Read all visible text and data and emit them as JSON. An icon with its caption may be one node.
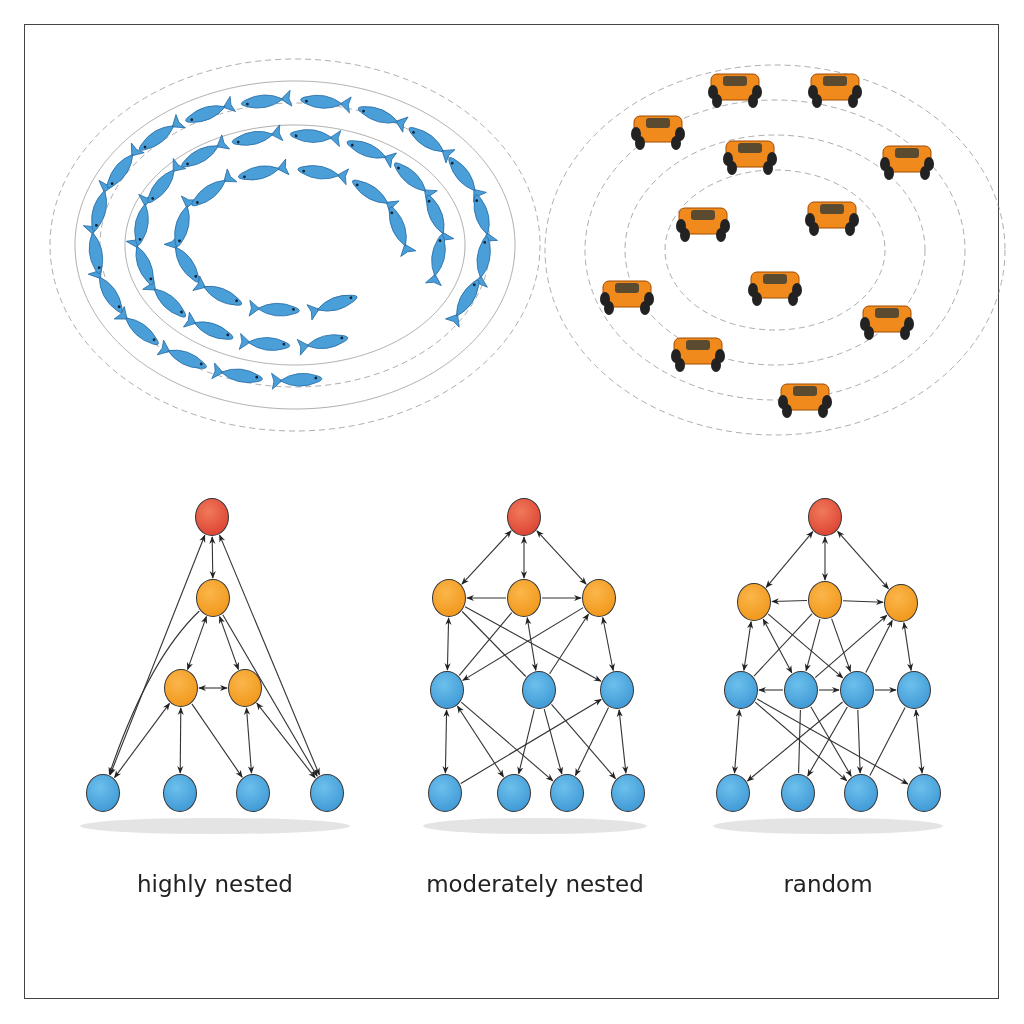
{
  "diagram": {
    "nodes": [
      {
        "text": [],
        "shape": "circle"
      },
      {
        "text": [],
        "shape": "circle"
      },
      {
        "text": [],
        "shape": "circle"
      },
      {
        "text": [],
        "shape": "circle"
      },
      {
        "text": [],
        "shape": "circle"
      },
      {
        "text": [],
        "shape": "circle"
      },
      {
        "text": [],
        "shape": "circle"
      },
      {
        "text": [],
        "shape": "circle"
      },
      {
        "text": [],
        "shape": "circle"
      },
      {
        "text": [],
        "shape": "circle"
      },
      {
        "text": [],
        "shape": "circle"
      },
      {
        "text": [],
        "shape": "circle"
      },
      {
        "text": [],
        "shape": "circle"
      },
      {
        "text": [],
        "shape": "circle"
      },
      {
        "text": [],
        "shape": "circle"
      },
      {
        "text": [],
        "shape": "circle"
      },
      {
        "text": [],
        "shape": "circle"
      },
      {
        "text": [],
        "shape": "circle"
      },
      {
        "text": [],
        "shape": "circle"
      },
      {
        "text": [],
        "shape": "circle"
      },
      {
        "text": [],
        "shape": "circle"
      },
      {
        "text": [],
        "shape": "circle"
      },
      {
        "text": [],
        "shape": "circle"
      },
      {
        "text": [],
        "shape": "circle"
      },
      {
        "text": [],
        "shape": "circle"
      },
      {
        "text": [],
        "shape": "circle"
      },
      {
        "text": [],
        "shape": "circle"
      },
      {
        "text": [],
        "shape": "circle"
      },
      {
        "text": [],
        "shape": "circle"
      },
      {
        "text": [],
        "shape": "circle"
      },
      {
        "text": [],
        "shape": "circle"
      }
    ],
    "edges": [
      {
        "from": 0,
        "to": 1,
        "arrow": "both"
      },
      {
        "from": 0,
        "to": 4,
        "arrow": "both"
      },
      {
        "from": 0,
        "to": 7,
        "arrow": "both"
      },
      {
        "from": 1,
        "to": 4,
        "arrow": "to"
      },
      {
        "from": 1,
        "to": 2,
        "arrow": "both"
      },
      {
        "from": 1,
        "to": 3,
        "arrow": "both"
      },
      {
        "from": 1,
        "to": 7,
        "arrow": "to"
      },
      {
        "from": 2,
        "to": 3,
        "arrow": "both"
      },
      {
        "from": 2,
        "to": 4,
        "arrow": "both"
      },
      {
        "from": 2,
        "to": 5,
        "arrow": "both"
      },
      {
        "from": 2,
        "to": 6,
        "arrow": "to"
      },
      {
        "from": 3,
        "to": 6,
        "arrow": "both"
      },
      {
        "from": 3,
        "to": 7,
        "arrow": "both"
      },
      {
        "from": 8,
        "to": 9,
        "arrow": "both"
      },
      {
        "from": 8,
        "to": 10,
        "arrow": "both"
      },
      {
        "from": 8,
        "to": 11,
        "arrow": "both"
      },
      {
        "from": 10,
        "to": 9,
        "arrow": "to"
      },
      {
        "from": 10,
        "to": 11,
        "arrow": "to"
      },
      {
        "from": 9,
        "to": 12,
        "arrow": "both"
      },
      {
        "from": 10,
        "to": 13,
        "arrow": "both"
      },
      {
        "from": 11,
        "to": 14,
        "arrow": "both"
      },
      {
        "from": 9,
        "to": 14,
        "arrow": "to"
      },
      {
        "from": 11,
        "to": 12,
        "arrow": "to"
      },
      {
        "from": 10,
        "to": 12,
        "arrow": "none"
      },
      {
        "from": 13,
        "to": 11,
        "arrow": "to"
      },
      {
        "from": 9,
        "to": 13,
        "arrow": "none"
      },
      {
        "from": 12,
        "to": 15,
        "arrow": "both"
      },
      {
        "from": 12,
        "to": 16,
        "arrow": "both"
      },
      {
        "from": 12,
        "to": 17,
        "arrow": "to"
      },
      {
        "from": 13,
        "to": 16,
        "arrow": "to"
      },
      {
        "from": 13,
        "to": 17,
        "arrow": "to"
      },
      {
        "from": 13,
        "to": 18,
        "arrow": "to"
      },
      {
        "from": 14,
        "to": 17,
        "arrow": "to"
      },
      {
        "from": 14,
        "to": 18,
        "arrow": "both"
      },
      {
        "from": 15,
        "to": 14,
        "arrow": "to"
      },
      {
        "from": 19,
        "to": 20,
        "arrow": "both"
      },
      {
        "from": 19,
        "to": 21,
        "arrow": "both"
      },
      {
        "from": 19,
        "to": 22,
        "arrow": "both"
      },
      {
        "from": 21,
        "to": 20,
        "arrow": "to"
      },
      {
        "from": 21,
        "to": 22,
        "arrow": "to"
      },
      {
        "from": 20,
        "to": 23,
        "arrow": "both"
      },
      {
        "from": 22,
        "to": 26,
        "arrow": "both"
      },
      {
        "from": 20,
        "to": 24,
        "arrow": "both"
      },
      {
        "from": 20,
        "to": 25,
        "arrow": "to"
      },
      {
        "from": 21,
        "to": 24,
        "arrow": "to"
      },
      {
        "from": 21,
        "to": 25,
        "arrow": "to"
      },
      {
        "from": 25,
        "to": 22,
        "arrow": "to"
      },
      {
        "from": 24,
        "to": 22,
        "arrow": "to"
      },
      {
        "from": 21,
        "to": 23,
        "arrow": "none"
      },
      {
        "from": 24,
        "to": 23,
        "arrow": "to"
      },
      {
        "from": 24,
        "to": 25,
        "arrow": "to"
      },
      {
        "from": 25,
        "to": 26,
        "arrow": "to"
      },
      {
        "from": 23,
        "to": 27,
        "arrow": "both"
      },
      {
        "from": 23,
        "to": 29,
        "arrow": "to"
      },
      {
        "from": 24,
        "to": 28,
        "arrow": "none"
      },
      {
        "from": 24,
        "to": 29,
        "arrow": "to"
      },
      {
        "from": 25,
        "to": 27,
        "arrow": "to"
      },
      {
        "from": 25,
        "to": 28,
        "arrow": "to"
      },
      {
        "from": 25,
        "to": 29,
        "arrow": "to"
      },
      {
        "from": 26,
        "to": 30,
        "arrow": "both"
      },
      {
        "from": 23,
        "to": 30,
        "arrow": "to"
      },
      {
        "from": 26,
        "to": 29,
        "arrow": "none"
      }
    ],
    "labels": [
      "highly nested",
      "moderately nested",
      "random"
    ]
  }
}
